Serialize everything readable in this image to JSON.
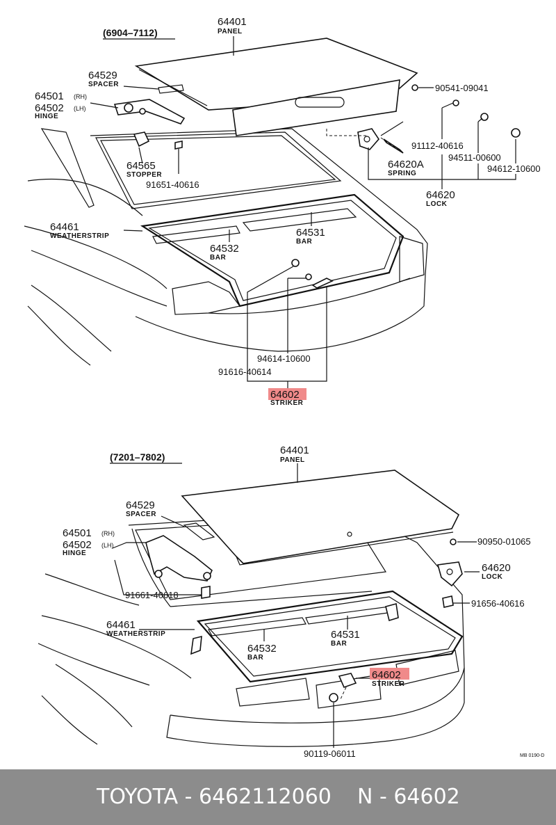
{
  "top": {
    "period": "(6904–7112)",
    "parts": {
      "p64401": {
        "number": "64401",
        "name": "PANEL"
      },
      "p64529": {
        "number": "64529",
        "name": "SPACER"
      },
      "p64501": {
        "number": "64501",
        "suffix": "(RH)"
      },
      "p64502": {
        "number": "64502",
        "suffix": "(LH)",
        "name": "HINGE"
      },
      "p90541": {
        "number": "90541-09041"
      },
      "p91112": {
        "number": "91112-40616"
      },
      "p94511": {
        "number": "94511-00600"
      },
      "p94612": {
        "number": "94612-10600"
      },
      "p64565": {
        "number": "64565",
        "name": "STOPPER"
      },
      "p91651": {
        "number": "91651-40616"
      },
      "p64620A": {
        "number": "64620A",
        "name": "SPRING"
      },
      "p64620": {
        "number": "64620",
        "name": "LOCK"
      },
      "p64461": {
        "number": "64461",
        "name": "WEATHERSTRIP"
      },
      "p64532": {
        "number": "64532",
        "name": "BAR"
      },
      "p64531": {
        "number": "64531",
        "name": "BAR"
      },
      "p94614": {
        "number": "94614-10600"
      },
      "p91616": {
        "number": "91616-40614"
      },
      "p64602": {
        "number": "64602",
        "name": "STRIKER"
      }
    }
  },
  "bottom": {
    "period": "(7201–7802)",
    "parts": {
      "p64401": {
        "number": "64401",
        "name": "PANEL"
      },
      "p64529": {
        "number": "64529",
        "name": "SPACER"
      },
      "p64501": {
        "number": "64501",
        "suffix": "(RH)"
      },
      "p64502": {
        "number": "64502",
        "suffix": "(LH)",
        "name": "HINGE"
      },
      "p90950": {
        "number": "90950-01065"
      },
      "p64620": {
        "number": "64620",
        "name": "LOCK"
      },
      "p91661": {
        "number": "91661-40618"
      },
      "p91656": {
        "number": "91656-40616"
      },
      "p64461": {
        "number": "64461",
        "name": "WEATHERSTRIP"
      },
      "p64532": {
        "number": "64532",
        "name": "BAR"
      },
      "p64531": {
        "number": "64531",
        "name": "BAR"
      },
      "p64602": {
        "number": "64602",
        "name": "STRIKER"
      },
      "p90119": {
        "number": "90119-06011"
      }
    }
  },
  "catalog_code": "MB 0190-D",
  "footer": {
    "left": "TOYOTA - 6462112060",
    "right": "N - 64602"
  },
  "colors": {
    "highlight": "#f08a8a",
    "footer_bg": "#8c8c8c",
    "footer_text": "#ffffff"
  }
}
